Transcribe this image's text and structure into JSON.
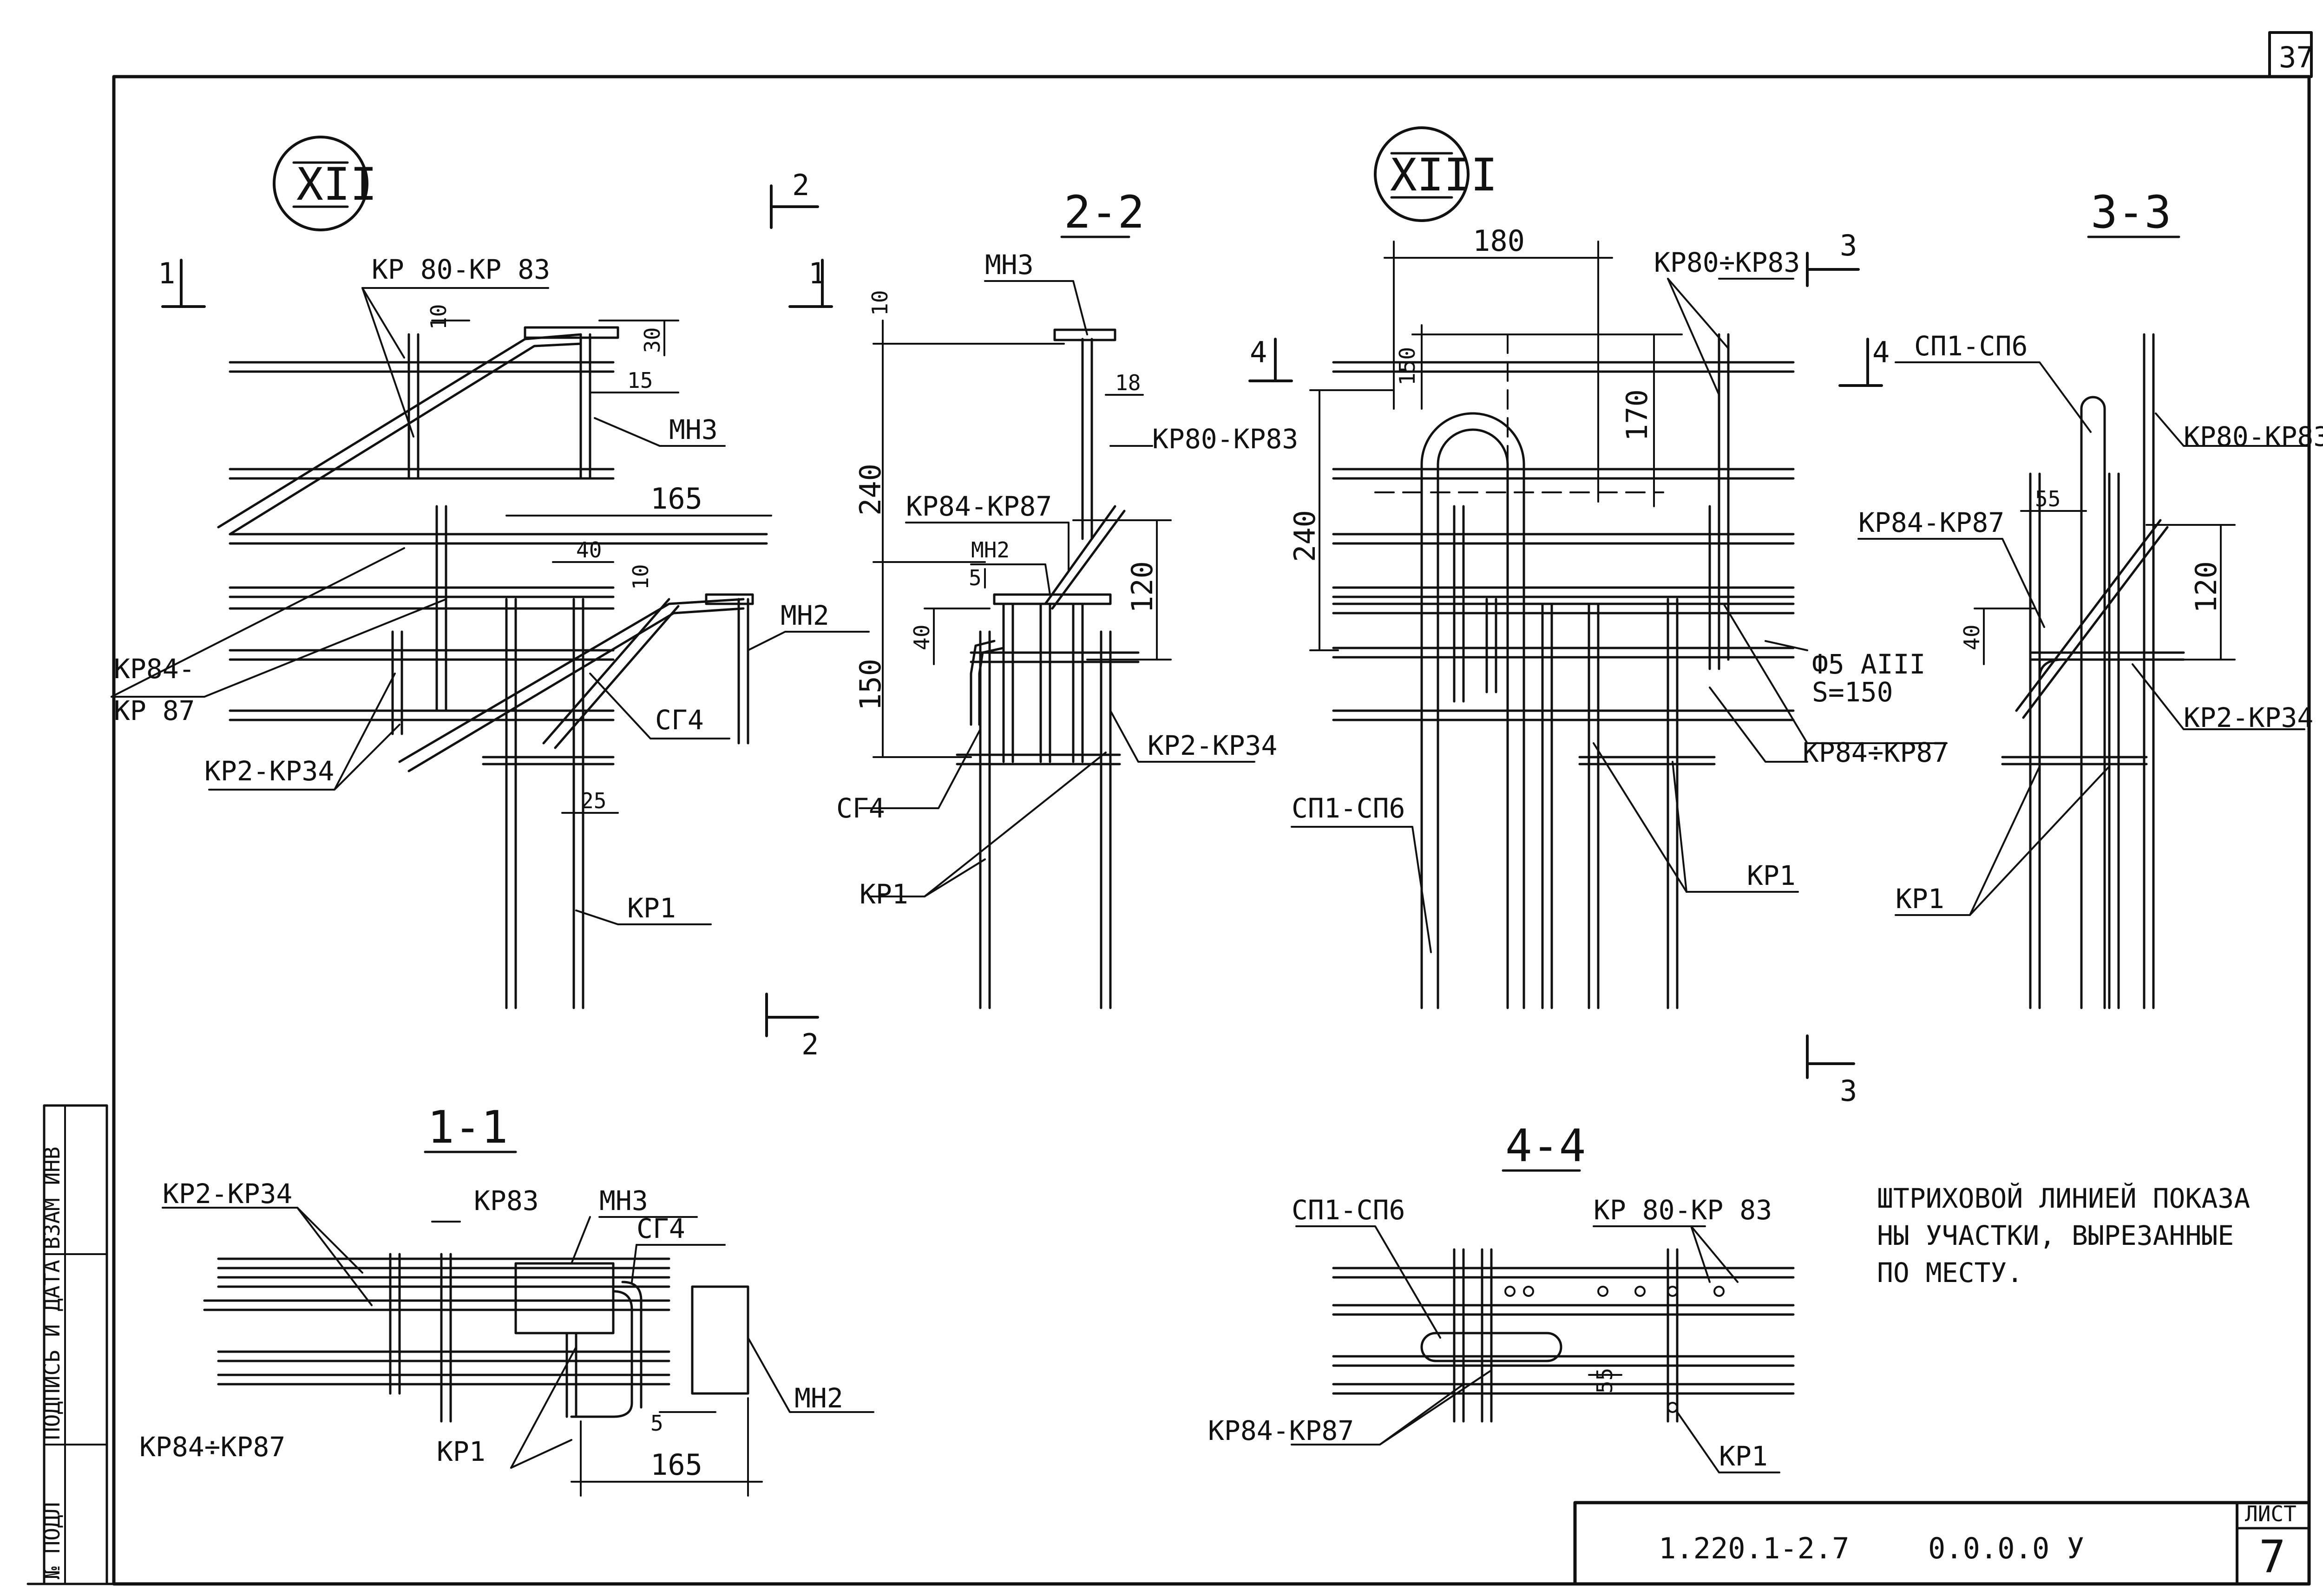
{
  "sheet": {
    "corner_number": "37",
    "stamp_code": "1.220.1-2.7",
    "stamp_suffix": "0.0.0.0 У",
    "stamp_sheet_label": "ЛИСТ",
    "stamp_sheet_number": "7",
    "side_fields": [
      "ВЗАМ ИНВ",
      "ПОДПИСЬ И ДАТА",
      "№ ПОДЛ"
    ]
  },
  "callouts": {
    "xii": "XII",
    "xiii": "XIII"
  },
  "sections": {
    "s11": "1-1",
    "s22": "2-2",
    "s33": "3-3",
    "s44": "4-4",
    "mark1": "1",
    "mark2": "2",
    "mark3": "3",
    "mark4": "4"
  },
  "labels": {
    "kp80_83": "КР 80-КР 83",
    "kp80_83b": "КР80-КР83",
    "kp80_83c": "КР80÷КР83",
    "kp84_87": "КР84-КР87",
    "kp84_87b": "КР84÷КР87",
    "kp84_87c": "КР84÷КР87",
    "kp84_87_l1": "КР84-",
    "kp84_87_l2": "КР 87",
    "kp2_34": "КР2-КР34",
    "kp1": "КР1",
    "mn3": "МН3",
    "mn2": "МН2",
    "sg4": "СГ4",
    "sp1_6": "СП1-СП6",
    "rebar": "Ф5 АIII",
    "rebar_spacing": "S=150",
    "kp83": "КР83"
  },
  "dims": {
    "d10": "10",
    "d30": "30",
    "d15": "15",
    "d165": "165",
    "d40": "40",
    "d25": "25",
    "d18": "18",
    "d240": "240",
    "d120": "120",
    "d150": "150",
    "d5": "5",
    "d180": "180",
    "d170": "170",
    "d55": "55"
  },
  "note": {
    "line1": "ШТРИХОВОЙ ЛИНИЕЙ ПОКАЗА",
    "line2": "НЫ УЧАСТКИ, ВЫРЕЗАННЫЕ",
    "line3": "ПО МЕСТУ."
  }
}
